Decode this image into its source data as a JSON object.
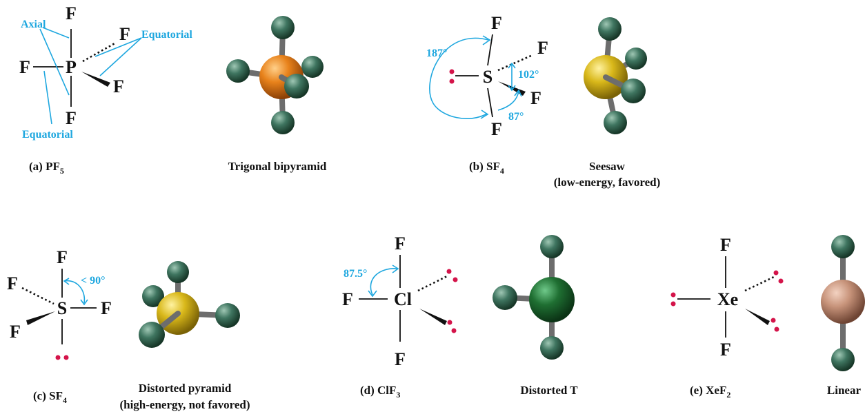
{
  "colors": {
    "annotation": "#1ea7df",
    "lone_pair": "#d4144a",
    "fluorine_ball": "#3f7560",
    "phosphorus_ball": "#e8821b",
    "sulfur_ball": "#d9b81a",
    "chlorine_ball": "#1f6f32",
    "xenon_ball": "#c7937a"
  },
  "atoms": {
    "F": "F",
    "P": "P",
    "S": "S",
    "Cl": "Cl",
    "Xe": "Xe"
  },
  "annotations": {
    "axial": "Axial",
    "equatorial": "Equatorial",
    "angle_187": "187°",
    "angle_102": "102°",
    "angle_87": "87°",
    "angle_lt90": "< 90°",
    "angle_87_5": "87.5°"
  },
  "captions": {
    "a_prefix": "(a) PF",
    "a_sub": "5",
    "trigonal": "Trigonal bipyramid",
    "b_prefix": "(b) SF",
    "b_sub": "4",
    "seesaw_1": "Seesaw",
    "seesaw_2": "(low-energy, favored)",
    "c_prefix": "(c) SF",
    "c_sub": "4",
    "distorted_pyramid_1": "Distorted pyramid",
    "distorted_pyramid_2": "(high-energy, not favored)",
    "d_prefix": "(d) ClF",
    "d_sub": "3",
    "distorted_t": "Distorted T",
    "e_prefix": "(e) XeF",
    "e_sub": "2",
    "linear": "Linear"
  }
}
